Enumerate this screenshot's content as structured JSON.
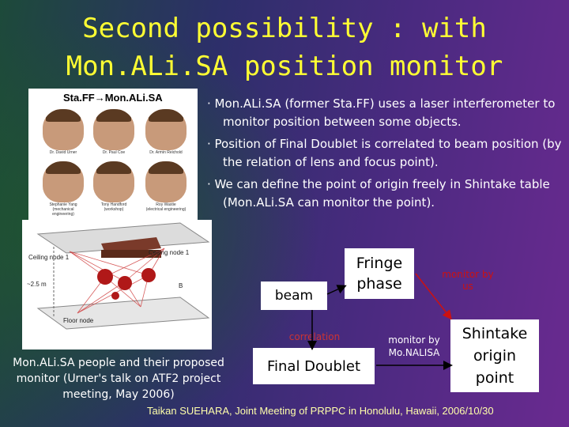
{
  "title": {
    "line1": "Second possibility : with",
    "line2": "Mon.ALi.SA position monitor"
  },
  "bullets": [
    "· Mon.ALi.SA (former Sta.FF) uses a laser interferometer to monitor position between some objects.",
    "· Position of Final Doublet is correlated to beam position (by the relation of lens and focus point).",
    "· We can define the point of origin freely in Shintake table (Mon.ALi.SA can monitor the point)."
  ],
  "photo_panel": {
    "heading": "Sta.FF→Mon.ALi.SA",
    "people": [
      {
        "name": "Dr. David Urner",
        "role": ""
      },
      {
        "name": "Dr. Paul Coe",
        "role": ""
      },
      {
        "name": "Dr. Armin Reichold",
        "role": ""
      },
      {
        "name": "Stephanie Yang",
        "role": "(mechanical engineering)"
      },
      {
        "name": "Tony Handford",
        "role": "(workshop)"
      },
      {
        "name": "Roy Wastie",
        "role": "(electrical engineering)"
      }
    ]
  },
  "diagram": {
    "ceiling_node_left": "Ceiling node 1",
    "ceiling_node_right": "Ceiling node 1",
    "height": "~2.5 m",
    "floor_node": "Floor node",
    "point_b": "B"
  },
  "flow": {
    "beam": "beam",
    "fringe_phase": "Fringe phase",
    "monitor_by_us": "monitor by us",
    "correlation": "correlation",
    "monitor_by_monalisa": "monitor by Mo.NALISA",
    "final_doublet": "Final Doublet",
    "shintake_origin": "Shintake origin point"
  },
  "caption": "Mon.ALi.SA people and their proposed monitor (Urner's talk on ATF2 project meeting, May 2006)",
  "footer": "Taikan  SUEHARA, Joint Meeting of PRPPC in Honolulu, Hawaii, 2006/10/30",
  "colors": {
    "title": "#ffff33",
    "accent_red": "#cc1111",
    "footer": "#ffffaa"
  }
}
